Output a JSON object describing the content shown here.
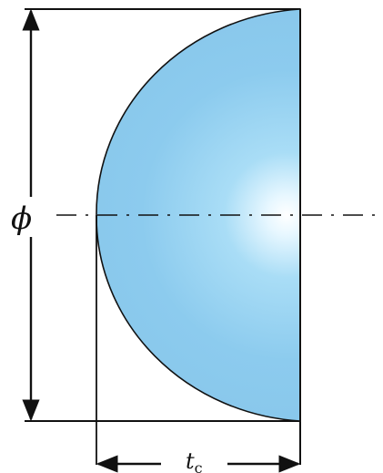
{
  "labels": {
    "diameter_symbol": "ϕ",
    "thickness_symbol": "t",
    "thickness_subscript": "c"
  },
  "colors": {
    "lens_fill": "#8ecdf0",
    "lens_fill_light": "#d8f1ff",
    "outline": "#111111",
    "background": "#ffffff"
  },
  "features": {
    "centerline_style": "dash-dot",
    "dimension_arrows": true
  }
}
